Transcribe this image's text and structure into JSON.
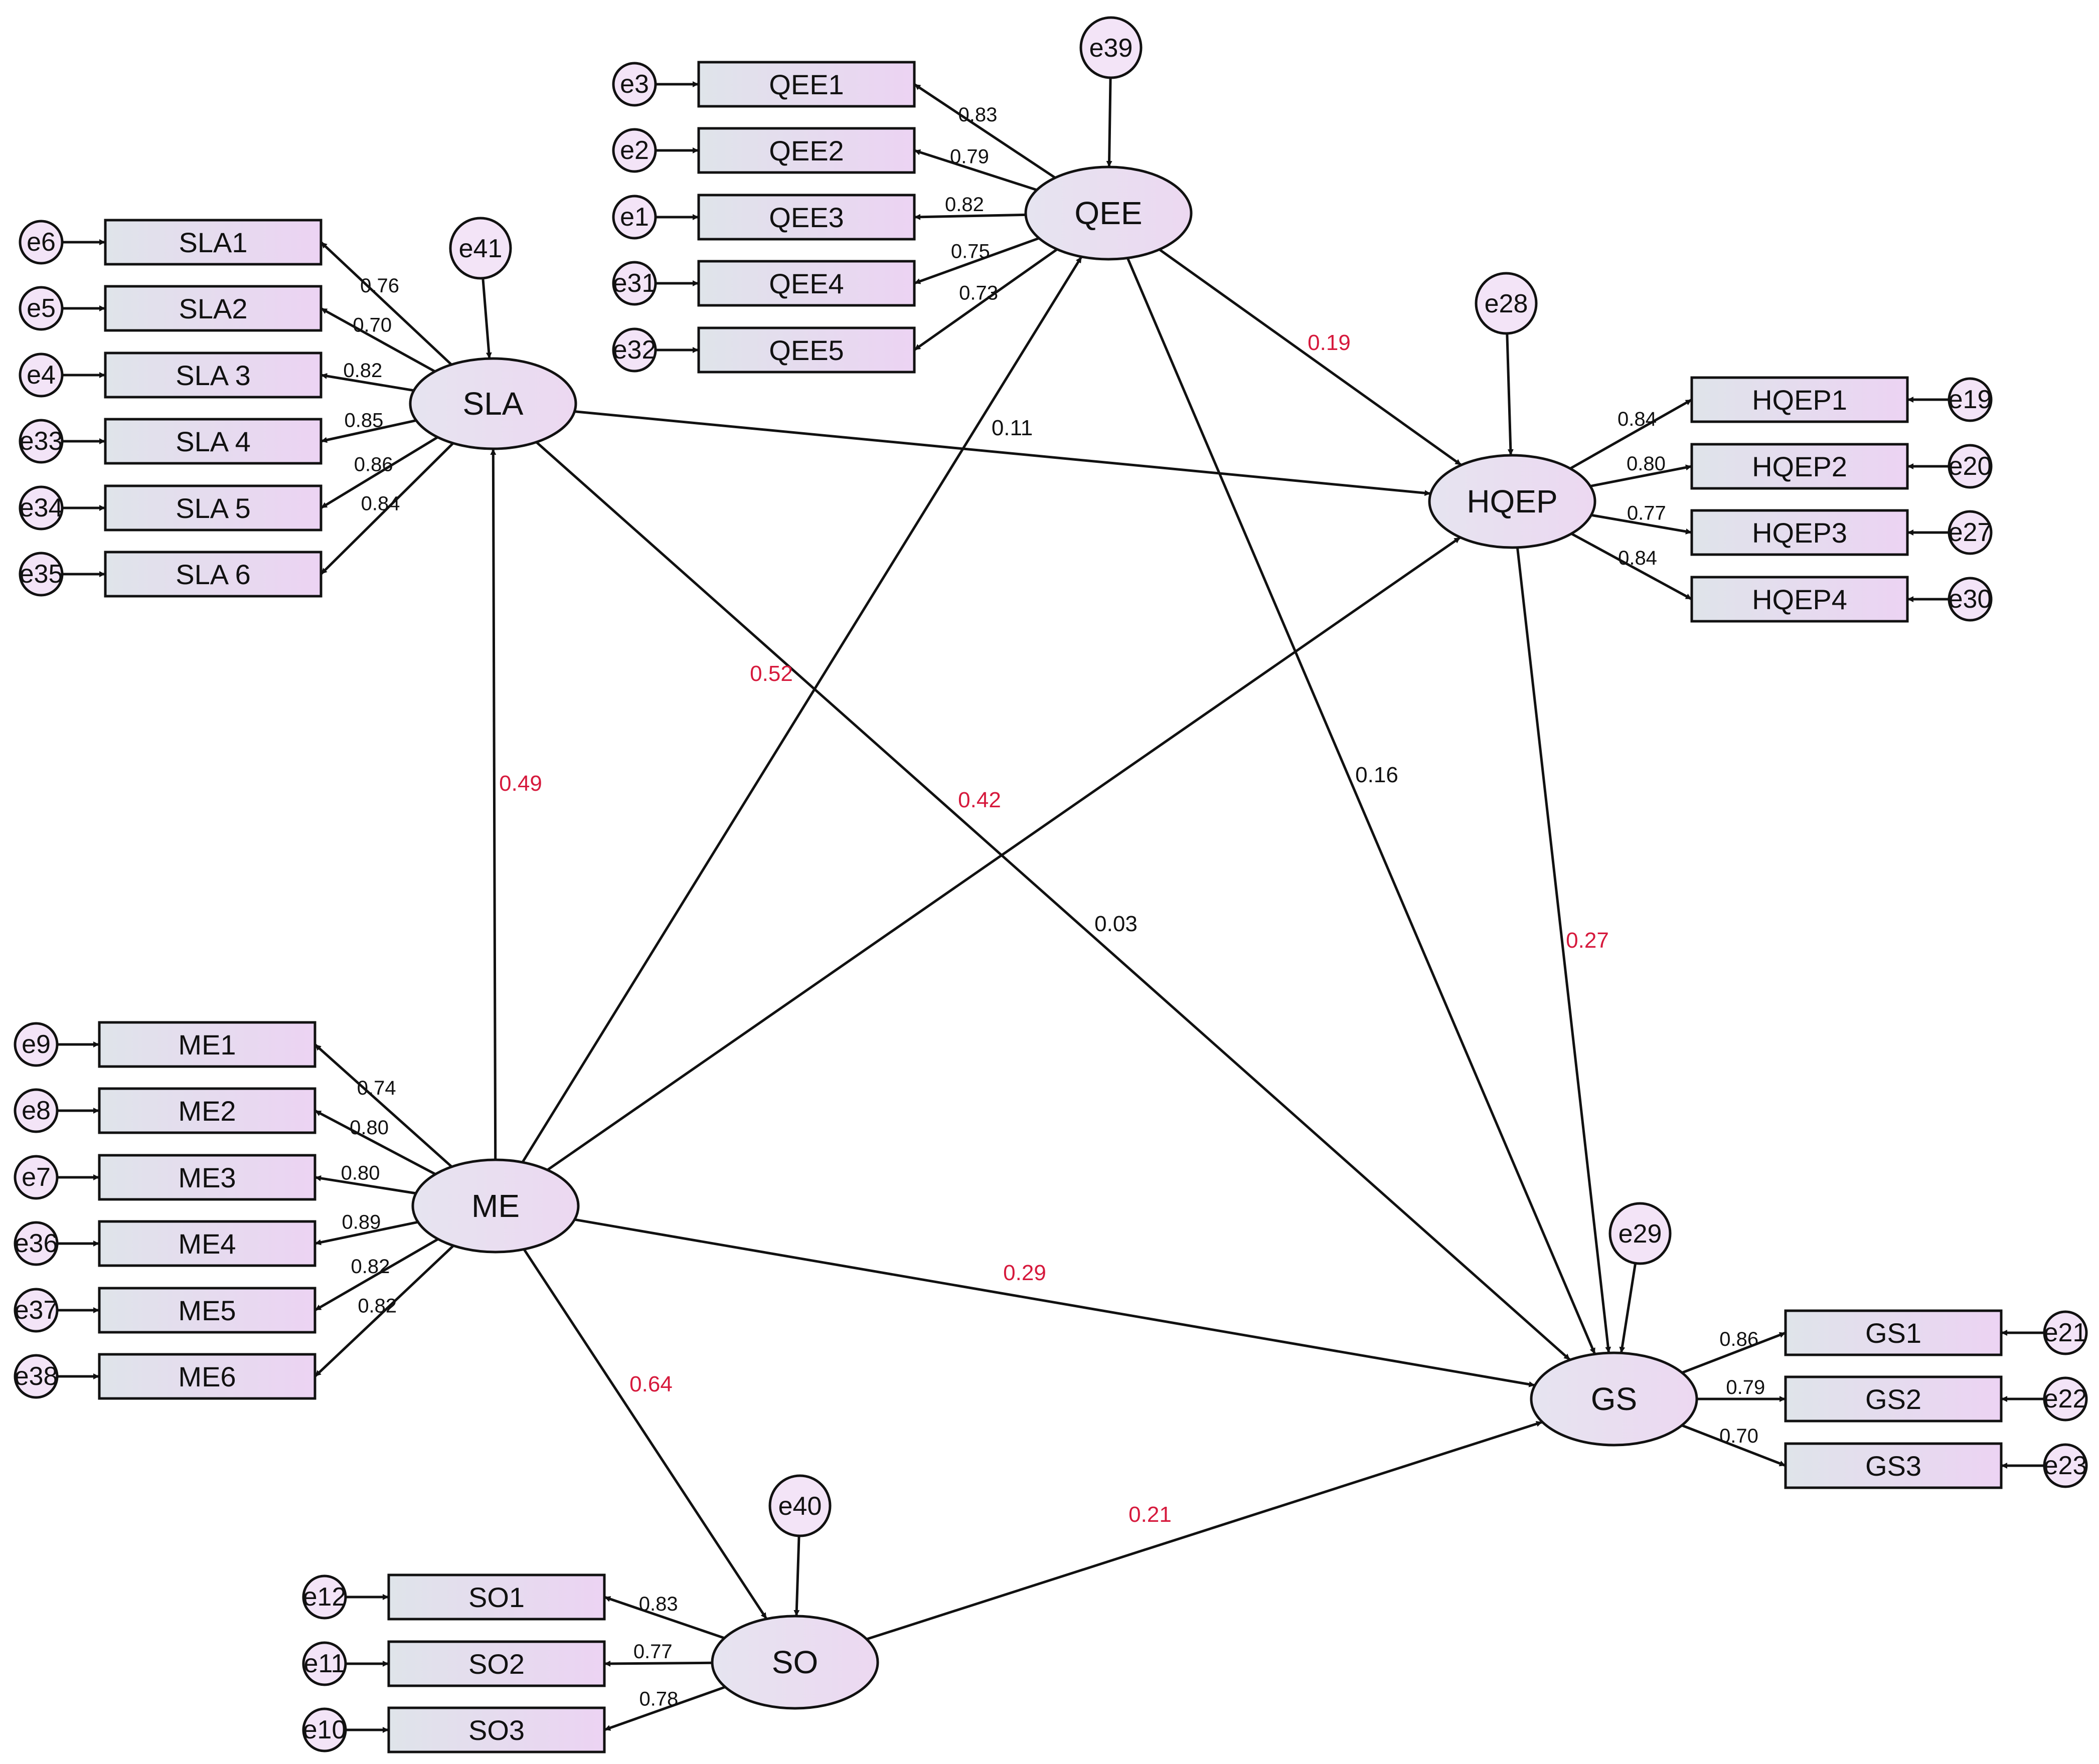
{
  "colors": {
    "significant": "#d6193c",
    "nonsignificant": "#111111",
    "latent_fill_left": "#e6e4f0",
    "latent_fill_right": "#ecd8f1",
    "indicator_fill_left": "#dfe4ea",
    "indicator_fill_right": "#ecd3f3",
    "error_fill": "#f3e4f7"
  },
  "latents": [
    {
      "id": "SLA",
      "label": "SLA",
      "error": "e41"
    },
    {
      "id": "QEE",
      "label": "QEE",
      "error": "e39"
    },
    {
      "id": "HQEP",
      "label": "HQEP",
      "error": "e28"
    },
    {
      "id": "ME",
      "label": "ME",
      "error": ""
    },
    {
      "id": "GS",
      "label": "GS",
      "error": "e29"
    },
    {
      "id": "SO",
      "label": "SO",
      "error": "e40"
    }
  ],
  "measurement": {
    "SLA": [
      {
        "indicator": "SLA1",
        "error": "e6",
        "loading": "0.76"
      },
      {
        "indicator": "SLA2",
        "error": "e5",
        "loading": "0.70"
      },
      {
        "indicator": "SLA 3",
        "error": "e4",
        "loading": "0.82"
      },
      {
        "indicator": "SLA 4",
        "error": "e33",
        "loading": "0.85"
      },
      {
        "indicator": "SLA 5",
        "error": "e34",
        "loading": "0.86"
      },
      {
        "indicator": "SLA 6",
        "error": "e35",
        "loading": "0.84"
      }
    ],
    "QEE": [
      {
        "indicator": "QEE1",
        "error": "e3",
        "loading": "0.83"
      },
      {
        "indicator": "QEE2",
        "error": "e2",
        "loading": "0.79"
      },
      {
        "indicator": "QEE3",
        "error": "e1",
        "loading": "0.82"
      },
      {
        "indicator": "QEE4",
        "error": "e31",
        "loading": "0.75"
      },
      {
        "indicator": "QEE5",
        "error": "e32",
        "loading": "0.73"
      }
    ],
    "HQEP": [
      {
        "indicator": "HQEP1",
        "error": "e19",
        "loading": "0.84"
      },
      {
        "indicator": "HQEP2",
        "error": "e20",
        "loading": "0.80"
      },
      {
        "indicator": "HQEP3",
        "error": "e27",
        "loading": "0.77"
      },
      {
        "indicator": "HQEP4",
        "error": "e30",
        "loading": "0.84"
      }
    ],
    "ME": [
      {
        "indicator": "ME1",
        "error": "e9",
        "loading": "0.74"
      },
      {
        "indicator": "ME2",
        "error": "e8",
        "loading": "0.80"
      },
      {
        "indicator": "ME3",
        "error": "e7",
        "loading": "0.80"
      },
      {
        "indicator": "ME4",
        "error": "e36",
        "loading": "0.89"
      },
      {
        "indicator": "ME5",
        "error": "e37",
        "loading": "0.82"
      },
      {
        "indicator": "ME6",
        "error": "e38",
        "loading": "0.82"
      }
    ],
    "GS": [
      {
        "indicator": "GS1",
        "error": "e21",
        "loading": "0.86"
      },
      {
        "indicator": "GS2",
        "error": "e22",
        "loading": "0.79"
      },
      {
        "indicator": "GS3",
        "error": "e23",
        "loading": "0.70"
      }
    ],
    "SO": [
      {
        "indicator": "SO1",
        "error": "e12",
        "loading": "0.83"
      },
      {
        "indicator": "SO2",
        "error": "e11",
        "loading": "0.77"
      },
      {
        "indicator": "SO3",
        "error": "e10",
        "loading": "0.78"
      }
    ]
  },
  "paths": [
    {
      "from": "ME",
      "to": "SLA",
      "coef": "0.49",
      "significant": true
    },
    {
      "from": "ME",
      "to": "QEE",
      "coef": "0.52",
      "significant": true
    },
    {
      "from": "ME",
      "to": "HQEP",
      "coef": "0.03",
      "significant": false
    },
    {
      "from": "ME",
      "to": "GS",
      "coef": "0.29",
      "significant": true
    },
    {
      "from": "ME",
      "to": "SO",
      "coef": "0.64",
      "significant": true
    },
    {
      "from": "SLA",
      "to": "HQEP",
      "coef": "0.11",
      "significant": false
    },
    {
      "from": "SLA",
      "to": "GS",
      "coef": "0.42",
      "significant": true
    },
    {
      "from": "QEE",
      "to": "HQEP",
      "coef": "0.19",
      "significant": true
    },
    {
      "from": "QEE",
      "to": "GS",
      "coef": "0.16",
      "significant": false
    },
    {
      "from": "HQEP",
      "to": "GS",
      "coef": "0.27",
      "significant": true
    },
    {
      "from": "SO",
      "to": "GS",
      "coef": "0.21",
      "significant": true
    }
  ]
}
